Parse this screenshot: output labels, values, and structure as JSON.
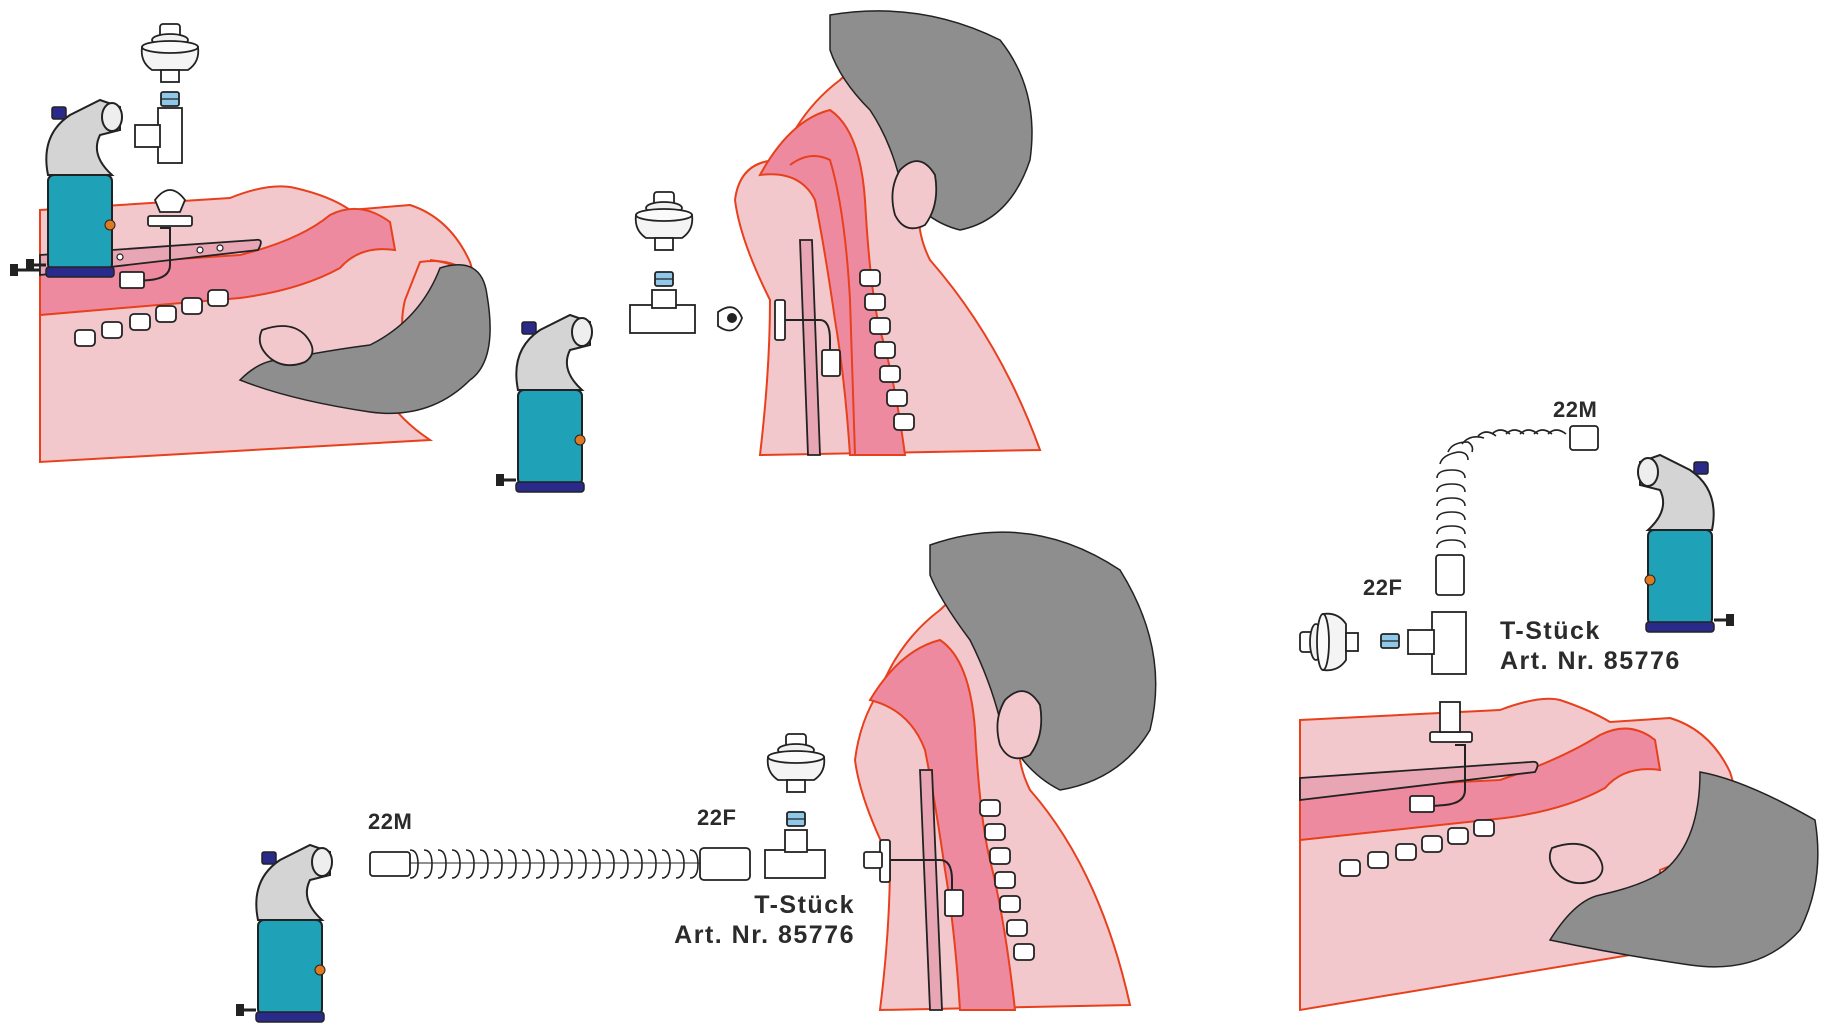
{
  "labels": {
    "s3_connector_left": "22M",
    "s3_connector_right": "22F",
    "s3_tpiece_name": "T-Stück",
    "s3_tpiece_article": "Art. Nr. 85776",
    "s4_connector_top": "22M",
    "s4_connector_mid": "22F",
    "s4_tpiece_name": "T-Stück",
    "s4_tpiece_article": "Art. Nr. 85776"
  },
  "colors": {
    "skin": "#f2c8cc",
    "skin_outline": "#e8401c",
    "airway": "#ee8aa0",
    "hair": "#8e8e8e",
    "device_body": "#1fa2b8",
    "device_head": "#d4d4d4",
    "device_base": "#2a2a8a",
    "accent_orange": "#e07a20",
    "line": "#222222"
  }
}
